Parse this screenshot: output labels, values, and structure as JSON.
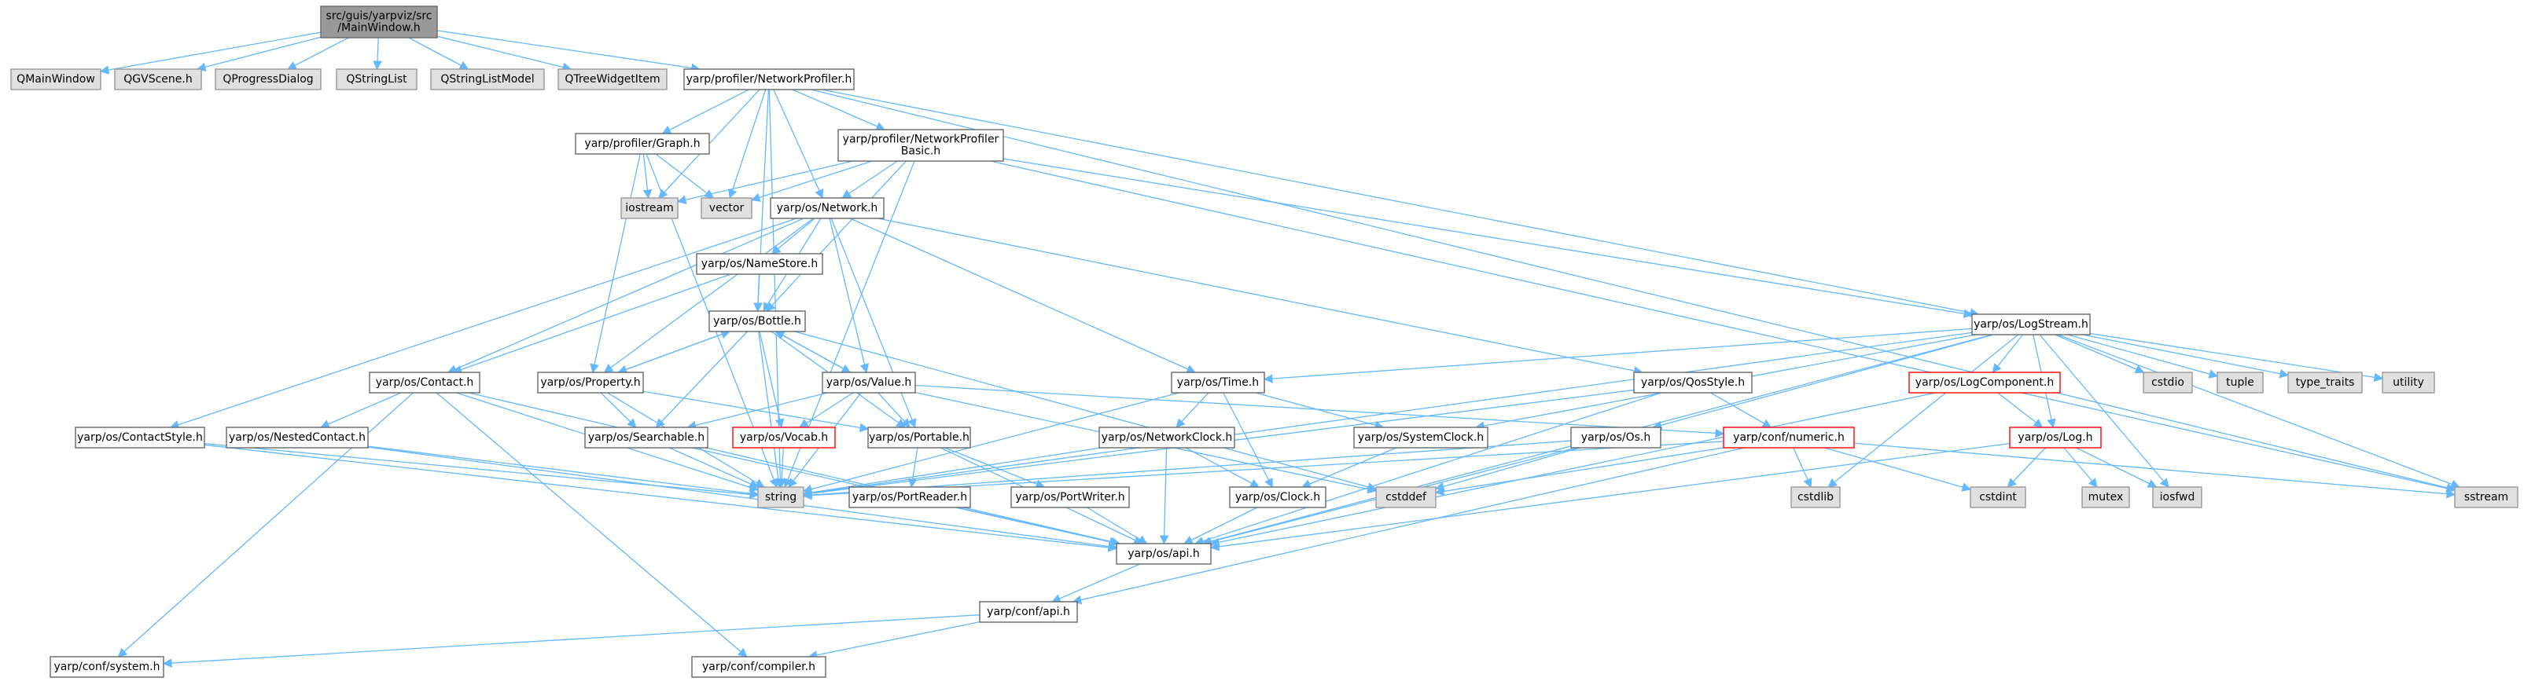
{
  "colors": {
    "edge": "#63b8ff",
    "root_fill": "#999999",
    "external_fill": "#e0e0e0",
    "external_stroke": "#999999",
    "header_fill": "#ffffff",
    "header_stroke": "#666666",
    "truncated_stroke": "#ff0000"
  },
  "nodes": [
    {
      "id": "root",
      "kind": "root",
      "lines": [
        "src/guis/yarpviz/src",
        "/MainWindow.h"
      ]
    },
    {
      "id": "QMainWindow",
      "kind": "external",
      "lines": [
        "QMainWindow"
      ]
    },
    {
      "id": "QGVScene",
      "kind": "external",
      "lines": [
        "QGVScene.h"
      ]
    },
    {
      "id": "QProgressDialog",
      "kind": "external",
      "lines": [
        "QProgressDialog"
      ]
    },
    {
      "id": "QStringList",
      "kind": "external",
      "lines": [
        "QStringList"
      ]
    },
    {
      "id": "QStringListModel",
      "kind": "external",
      "lines": [
        "QStringListModel"
      ]
    },
    {
      "id": "QTreeWidgetItem",
      "kind": "external",
      "lines": [
        "QTreeWidgetItem"
      ]
    },
    {
      "id": "NetworkProfiler",
      "kind": "header",
      "lines": [
        "yarp/profiler/NetworkProfiler.h"
      ]
    },
    {
      "id": "Graph",
      "kind": "header",
      "lines": [
        "yarp/profiler/Graph.h"
      ]
    },
    {
      "id": "NPBasic",
      "kind": "header",
      "lines": [
        "yarp/profiler/NetworkProfiler",
        "Basic.h"
      ]
    },
    {
      "id": "iostream",
      "kind": "external",
      "lines": [
        "iostream"
      ]
    },
    {
      "id": "vector",
      "kind": "external",
      "lines": [
        "vector"
      ]
    },
    {
      "id": "Network",
      "kind": "header",
      "lines": [
        "yarp/os/Network.h"
      ]
    },
    {
      "id": "NameStore",
      "kind": "header",
      "lines": [
        "yarp/os/NameStore.h"
      ]
    },
    {
      "id": "Bottle",
      "kind": "header",
      "lines": [
        "yarp/os/Bottle.h"
      ]
    },
    {
      "id": "Contact",
      "kind": "header",
      "lines": [
        "yarp/os/Contact.h"
      ]
    },
    {
      "id": "Property",
      "kind": "header",
      "lines": [
        "yarp/os/Property.h"
      ]
    },
    {
      "id": "Value",
      "kind": "header",
      "lines": [
        "yarp/os/Value.h"
      ]
    },
    {
      "id": "ContactStyle",
      "kind": "header",
      "lines": [
        "yarp/os/ContactStyle.h"
      ]
    },
    {
      "id": "NestedContact",
      "kind": "header",
      "lines": [
        "yarp/os/NestedContact.h"
      ]
    },
    {
      "id": "Searchable",
      "kind": "header",
      "lines": [
        "yarp/os/Searchable.h"
      ]
    },
    {
      "id": "Vocab",
      "kind": "truncated",
      "lines": [
        "yarp/os/Vocab.h"
      ]
    },
    {
      "id": "Portable",
      "kind": "header",
      "lines": [
        "yarp/os/Portable.h"
      ]
    },
    {
      "id": "string",
      "kind": "external",
      "lines": [
        "string"
      ]
    },
    {
      "id": "PortReader",
      "kind": "header",
      "lines": [
        "yarp/os/PortReader.h"
      ]
    },
    {
      "id": "PortWriter",
      "kind": "header",
      "lines": [
        "yarp/os/PortWriter.h"
      ]
    },
    {
      "id": "Time",
      "kind": "header",
      "lines": [
        "yarp/os/Time.h"
      ]
    },
    {
      "id": "NetworkClock",
      "kind": "header",
      "lines": [
        "yarp/os/NetworkClock.h"
      ]
    },
    {
      "id": "QosStyle",
      "kind": "header",
      "lines": [
        "yarp/os/QosStyle.h"
      ]
    },
    {
      "id": "SystemClock",
      "kind": "header",
      "lines": [
        "yarp/os/SystemClock.h"
      ]
    },
    {
      "id": "Clock",
      "kind": "header",
      "lines": [
        "yarp/os/Clock.h"
      ]
    },
    {
      "id": "Os",
      "kind": "header",
      "lines": [
        "yarp/os/Os.h"
      ]
    },
    {
      "id": "numeric",
      "kind": "truncated",
      "lines": [
        "yarp/conf/numeric.h"
      ]
    },
    {
      "id": "cstddef",
      "kind": "external",
      "lines": [
        "cstddef"
      ]
    },
    {
      "id": "cstdlib",
      "kind": "external",
      "lines": [
        "cstdlib"
      ]
    },
    {
      "id": "osapi",
      "kind": "header",
      "lines": [
        "yarp/os/api.h"
      ]
    },
    {
      "id": "confapi",
      "kind": "header",
      "lines": [
        "yarp/conf/api.h"
      ]
    },
    {
      "id": "system",
      "kind": "header",
      "lines": [
        "yarp/conf/system.h"
      ]
    },
    {
      "id": "compiler",
      "kind": "header",
      "lines": [
        "yarp/conf/compiler.h"
      ]
    },
    {
      "id": "LogStream",
      "kind": "header",
      "lines": [
        "yarp/os/LogStream.h"
      ]
    },
    {
      "id": "LogComponent",
      "kind": "truncated",
      "lines": [
        "yarp/os/LogComponent.h"
      ]
    },
    {
      "id": "Log",
      "kind": "truncated",
      "lines": [
        "yarp/os/Log.h"
      ]
    },
    {
      "id": "cstdio",
      "kind": "external",
      "lines": [
        "cstdio"
      ]
    },
    {
      "id": "tuple",
      "kind": "external",
      "lines": [
        "tuple"
      ]
    },
    {
      "id": "type_traits",
      "kind": "external",
      "lines": [
        "type_traits"
      ]
    },
    {
      "id": "utility",
      "kind": "external",
      "lines": [
        "utility"
      ]
    },
    {
      "id": "cstdint",
      "kind": "external",
      "lines": [
        "cstdint"
      ]
    },
    {
      "id": "mutex",
      "kind": "external",
      "lines": [
        "mutex"
      ]
    },
    {
      "id": "iosfwd",
      "kind": "external",
      "lines": [
        "iosfwd"
      ]
    },
    {
      "id": "sstream",
      "kind": "external",
      "lines": [
        "sstream"
      ]
    }
  ],
  "edges": [
    [
      "root",
      "QMainWindow"
    ],
    [
      "root",
      "QGVScene"
    ],
    [
      "root",
      "QProgressDialog"
    ],
    [
      "root",
      "QStringList"
    ],
    [
      "root",
      "QStringListModel"
    ],
    [
      "root",
      "QTreeWidgetItem"
    ],
    [
      "root",
      "NetworkProfiler"
    ],
    [
      "NetworkProfiler",
      "Graph"
    ],
    [
      "NetworkProfiler",
      "NPBasic"
    ],
    [
      "NetworkProfiler",
      "iostream"
    ],
    [
      "NetworkProfiler",
      "vector"
    ],
    [
      "NetworkProfiler",
      "Network"
    ],
    [
      "NetworkProfiler",
      "Bottle"
    ],
    [
      "NetworkProfiler",
      "LogStream"
    ],
    [
      "NetworkProfiler",
      "string"
    ],
    [
      "NetworkProfiler",
      "sstream"
    ],
    [
      "Graph",
      "iostream"
    ],
    [
      "Graph",
      "vector"
    ],
    [
      "Graph",
      "string"
    ],
    [
      "Graph",
      "Property"
    ],
    [
      "NPBasic",
      "iostream"
    ],
    [
      "NPBasic",
      "vector"
    ],
    [
      "NPBasic",
      "Network"
    ],
    [
      "NPBasic",
      "Bottle"
    ],
    [
      "NPBasic",
      "LogStream"
    ],
    [
      "NPBasic",
      "string"
    ],
    [
      "NPBasic",
      "sstream"
    ],
    [
      "Network",
      "NameStore"
    ],
    [
      "Network",
      "Bottle"
    ],
    [
      "Network",
      "Contact"
    ],
    [
      "Network",
      "Property"
    ],
    [
      "Network",
      "Value"
    ],
    [
      "Network",
      "ContactStyle"
    ],
    [
      "Network",
      "Portable"
    ],
    [
      "Network",
      "Time"
    ],
    [
      "Network",
      "QosStyle"
    ],
    [
      "NameStore",
      "Bottle"
    ],
    [
      "NameStore",
      "Contact"
    ],
    [
      "Bottle",
      "Property"
    ],
    [
      "Bottle",
      "Value"
    ],
    [
      "Bottle",
      "Searchable"
    ],
    [
      "Bottle",
      "Vocab"
    ],
    [
      "Bottle",
      "Portable"
    ],
    [
      "Bottle",
      "string"
    ],
    [
      "Bottle",
      "cstddef"
    ],
    [
      "Contact",
      "NestedContact"
    ],
    [
      "Contact",
      "string"
    ],
    [
      "Contact",
      "osapi"
    ],
    [
      "Contact",
      "system"
    ],
    [
      "Contact",
      "compiler"
    ],
    [
      "Property",
      "Bottle"
    ],
    [
      "Property",
      "Searchable"
    ],
    [
      "Property",
      "Portable"
    ],
    [
      "Property",
      "string"
    ],
    [
      "Value",
      "Bottle"
    ],
    [
      "Value",
      "Searchable"
    ],
    [
      "Value",
      "Vocab"
    ],
    [
      "Value",
      "Portable"
    ],
    [
      "Value",
      "string"
    ],
    [
      "Value",
      "numeric"
    ],
    [
      "Value",
      "cstddef"
    ],
    [
      "ContactStyle",
      "osapi"
    ],
    [
      "ContactStyle",
      "string"
    ],
    [
      "NestedContact",
      "osapi"
    ],
    [
      "NestedContact",
      "string"
    ],
    [
      "Searchable",
      "osapi"
    ],
    [
      "Searchable",
      "string"
    ],
    [
      "Vocab",
      "string"
    ],
    [
      "Portable",
      "PortReader"
    ],
    [
      "Portable",
      "PortWriter"
    ],
    [
      "Portable",
      "osapi"
    ],
    [
      "PortReader",
      "osapi"
    ],
    [
      "PortWriter",
      "osapi"
    ],
    [
      "Time",
      "NetworkClock"
    ],
    [
      "Time",
      "SystemClock"
    ],
    [
      "Time",
      "Clock"
    ],
    [
      "Time",
      "string"
    ],
    [
      "NetworkClock",
      "Clock"
    ],
    [
      "NetworkClock",
      "osapi"
    ],
    [
      "NetworkClock",
      "string"
    ],
    [
      "QosStyle",
      "numeric"
    ],
    [
      "QosStyle",
      "osapi"
    ],
    [
      "QosStyle",
      "string"
    ],
    [
      "SystemClock",
      "Clock"
    ],
    [
      "Clock",
      "osapi"
    ],
    [
      "Os",
      "osapi"
    ],
    [
      "Os",
      "string"
    ],
    [
      "Os",
      "cstddef"
    ],
    [
      "numeric",
      "string"
    ],
    [
      "numeric",
      "cstddef"
    ],
    [
      "numeric",
      "cstdlib"
    ],
    [
      "numeric",
      "cstdint"
    ],
    [
      "numeric",
      "sstream"
    ],
    [
      "numeric",
      "confapi"
    ],
    [
      "osapi",
      "confapi"
    ],
    [
      "confapi",
      "system"
    ],
    [
      "confapi",
      "compiler"
    ],
    [
      "LogStream",
      "Time"
    ],
    [
      "LogStream",
      "SystemClock"
    ],
    [
      "LogStream",
      "Os"
    ],
    [
      "LogStream",
      "LogComponent"
    ],
    [
      "LogStream",
      "Log"
    ],
    [
      "LogStream",
      "cstdio"
    ],
    [
      "LogStream",
      "tuple"
    ],
    [
      "LogStream",
      "type_traits"
    ],
    [
      "LogStream",
      "utility"
    ],
    [
      "LogStream",
      "iosfwd"
    ],
    [
      "LogStream",
      "sstream"
    ],
    [
      "LogStream",
      "cstdlib"
    ],
    [
      "LogStream",
      "string"
    ],
    [
      "LogStream",
      "osapi"
    ],
    [
      "LogComponent",
      "Log"
    ],
    [
      "LogComponent",
      "osapi"
    ],
    [
      "Log",
      "cstdint"
    ],
    [
      "Log",
      "mutex"
    ],
    [
      "Log",
      "iosfwd"
    ],
    [
      "Log",
      "osapi"
    ]
  ]
}
